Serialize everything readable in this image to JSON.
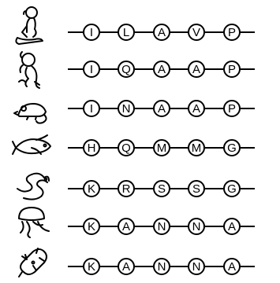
{
  "rows": [
    {
      "organism_icon": "human-icon",
      "residues": [
        "I",
        "L",
        "A",
        "V",
        "P"
      ]
    },
    {
      "organism_icon": "monkey-icon",
      "residues": [
        "I",
        "Q",
        "A",
        "A",
        "P"
      ]
    },
    {
      "organism_icon": "mouse-icon",
      "residues": [
        "I",
        "N",
        "A",
        "A",
        "P"
      ]
    },
    {
      "organism_icon": "fish-icon",
      "residues": [
        "H",
        "Q",
        "M",
        "M",
        "G"
      ]
    },
    {
      "organism_icon": "worm-icon",
      "residues": [
        "K",
        "R",
        "S",
        "S",
        "G"
      ]
    },
    {
      "organism_icon": "jellyfish-icon",
      "residues": [
        "K",
        "A",
        "N",
        "N",
        "A"
      ]
    },
    {
      "organism_icon": "bacterium-icon",
      "residues": [
        "K",
        "A",
        "N",
        "N",
        "A"
      ]
    }
  ]
}
